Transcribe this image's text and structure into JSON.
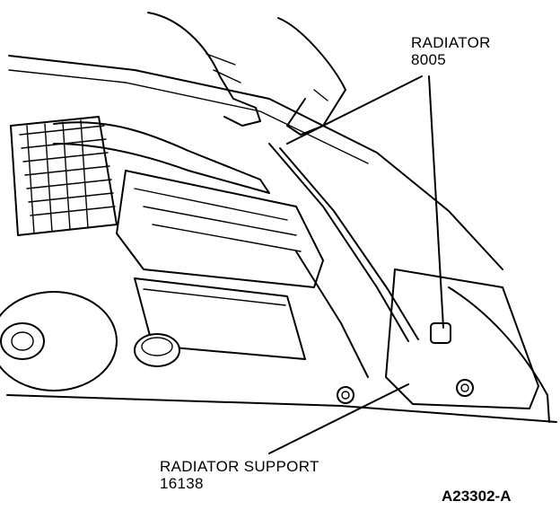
{
  "callouts": {
    "radiator": {
      "name": "RADIATOR",
      "part_number": "8005"
    },
    "radiator_support": {
      "name": "RADIATOR SUPPORT",
      "part_number": "16138"
    }
  },
  "figure_id": "A23302-A"
}
